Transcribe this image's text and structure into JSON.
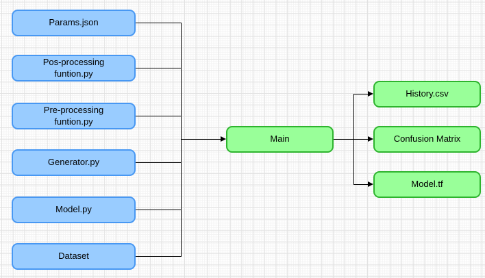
{
  "canvas": {
    "background": "#ffffff",
    "grid_major_color": "#e2e2e2",
    "grid_minor_color": "#f4f4f4"
  },
  "colors": {
    "input_node_fill": "#99ccff",
    "input_node_stroke": "#4898f3",
    "output_node_fill": "#99ff99",
    "output_node_stroke": "#2eb42e",
    "edge": "#000000",
    "text": "#000000"
  },
  "nodes": {
    "inputs": [
      {
        "label": "Params.json"
      },
      {
        "label": "Pos-processing\nfuntion.py"
      },
      {
        "label": "Pre-processing\nfuntion.py"
      },
      {
        "label": "Generator.py"
      },
      {
        "label": "Model.py"
      },
      {
        "label": "Dataset"
      }
    ],
    "main": {
      "label": "Main"
    },
    "outputs": [
      {
        "label": "History.csv"
      },
      {
        "label": "Confusion Matrix"
      },
      {
        "label": "Model.tf"
      }
    ]
  },
  "edges": [
    {
      "from": "Params.json",
      "to": "Main"
    },
    {
      "from": "Pos-processing funtion.py",
      "to": "Main"
    },
    {
      "from": "Pre-processing funtion.py",
      "to": "Main"
    },
    {
      "from": "Generator.py",
      "to": "Main"
    },
    {
      "from": "Model.py",
      "to": "Main"
    },
    {
      "from": "Dataset",
      "to": "Main"
    },
    {
      "from": "Main",
      "to": "History.csv"
    },
    {
      "from": "Main",
      "to": "Confusion Matrix"
    },
    {
      "from": "Main",
      "to": "Model.tf"
    }
  ]
}
